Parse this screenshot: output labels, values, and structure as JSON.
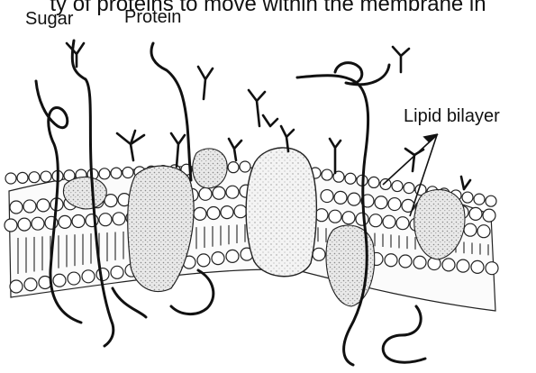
{
  "header": {
    "cut_text": "ty of proteins to move within the membrane in"
  },
  "labels": {
    "sugar": "Sugar",
    "protein": "Protein",
    "lipid_bilayer": "Lipid bilayer"
  }
}
